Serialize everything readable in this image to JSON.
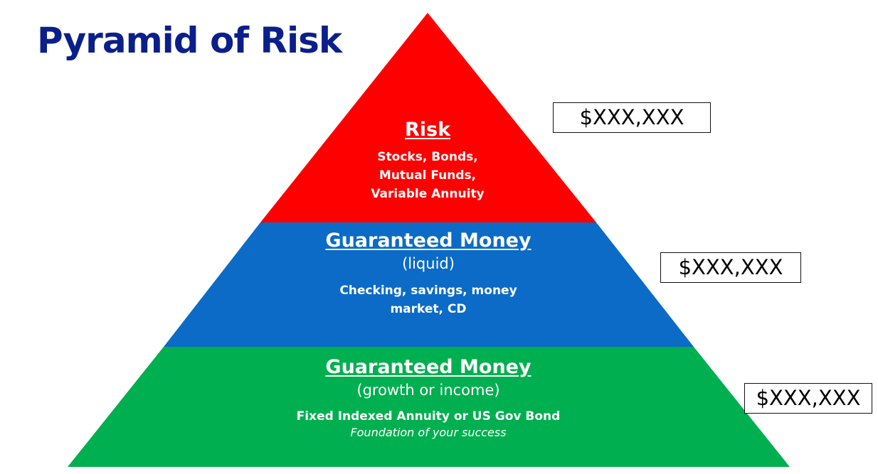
{
  "title": "Pyramid of Risk",
  "colors": {
    "title": "#0b1f8a",
    "risk_tier": "#fe0000",
    "liquid_tier": "#0b6bc7",
    "growth_tier": "#00af4f",
    "tier_text": "#ffffff"
  },
  "tiers": {
    "risk": {
      "title": "Risk",
      "items_lines": [
        "Stocks, Bonds,",
        "Mutual Funds,",
        "Variable Annuity"
      ],
      "amount": "$XXX,XXX"
    },
    "liquid": {
      "title": "Guaranteed Money",
      "subtitle": "(liquid)",
      "items_lines": [
        "Checking, savings, money",
        "market, CD"
      ],
      "amount": "$XXX,XXX"
    },
    "growth": {
      "title": "Guaranteed Money",
      "subtitle": "(growth or income)",
      "items": "Fixed Indexed Annuity or US Gov Bond",
      "note": "Foundation of your success",
      "amount": "$XXX,XXX"
    }
  }
}
